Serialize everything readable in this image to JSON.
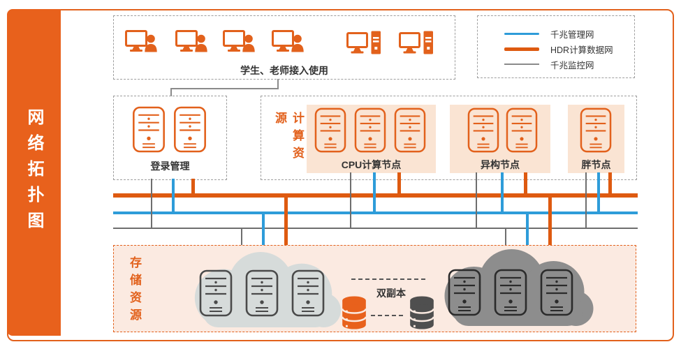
{
  "page": {
    "title": "网络拓扑图"
  },
  "sidebar": {
    "title": "网络拓扑图",
    "bg_color": "#E8611C"
  },
  "users_box": {
    "label": "学生、老师接入使用",
    "workstation_count": 4,
    "desktop_count": 2
  },
  "legend": {
    "items": [
      {
        "label": "千兆管理网",
        "color": "#2E9CD9",
        "style": "thin"
      },
      {
        "label": "HDR计算数据网",
        "color": "#DE5A10",
        "style": "thick"
      },
      {
        "label": "千兆监控网",
        "color": "#8A8A8A",
        "style": "hairline"
      }
    ]
  },
  "login_box": {
    "label": "登录管理",
    "server_count": 2
  },
  "compute": {
    "title": "计算资源",
    "boxes": [
      {
        "label": "CPU计算节点",
        "server_count": 3
      },
      {
        "label": "异构节点",
        "server_count": 2
      },
      {
        "label": "胖节点",
        "server_count": 1
      }
    ]
  },
  "storage": {
    "title": "存储资源",
    "replica_label": "双副本",
    "left_cloud_server_count": 3,
    "right_cloud_server_count": 3
  },
  "colors": {
    "accent_orange": "#E2611C",
    "bus_orange": "#DE5A10",
    "bus_blue": "#2E9CD9",
    "bus_gray": "#6E6E6E",
    "compute_fill": "#FAE4D3",
    "storage_fill": "#FBEAE1",
    "cloud_light": "#D6DBDA",
    "cloud_dark": "#8D8D8D"
  }
}
